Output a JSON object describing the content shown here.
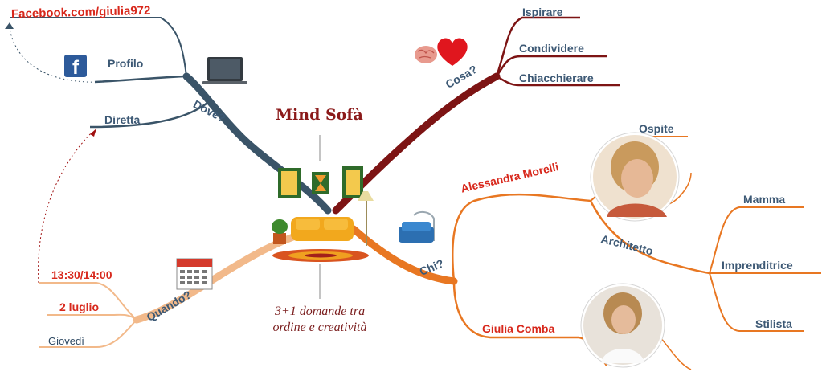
{
  "center": {
    "title": "Mind Sofà",
    "subtitle_line1": "3+1 domande tra",
    "subtitle_line2": "ordine e creatività"
  },
  "branches": {
    "dove": {
      "label": "Dove?",
      "color": "#3a5468",
      "children": {
        "facebook": "Facebook.com/giulia972",
        "profilo": "Profilo",
        "diretta": "Diretta"
      }
    },
    "cosa": {
      "label": "Cosa?",
      "color": "#7d1414",
      "children": [
        "Ispirare",
        "Condividere",
        "Chiacchierare"
      ]
    },
    "chi": {
      "label": "Chi?",
      "color": "#e87722",
      "people": {
        "alessandra": "Alessandra Morelli",
        "ospite": "Ospite",
        "architetto": "Architetto",
        "roles": [
          "Mamma",
          "Imprenditrice",
          "Stilista"
        ],
        "giulia": "Giulia Comba"
      }
    },
    "quando": {
      "label": "Quando?",
      "color": "#f2b98a",
      "children": {
        "time": "13:30/14:00",
        "date": "2 luglio",
        "day": "Giovedì"
      }
    }
  },
  "icons": [
    "facebook-icon",
    "laptop-icon",
    "brain-heart-icon",
    "calendar-icon",
    "sofa-icon",
    "blue-sofa-icon",
    "portrait-alessandra",
    "portrait-giulia"
  ]
}
